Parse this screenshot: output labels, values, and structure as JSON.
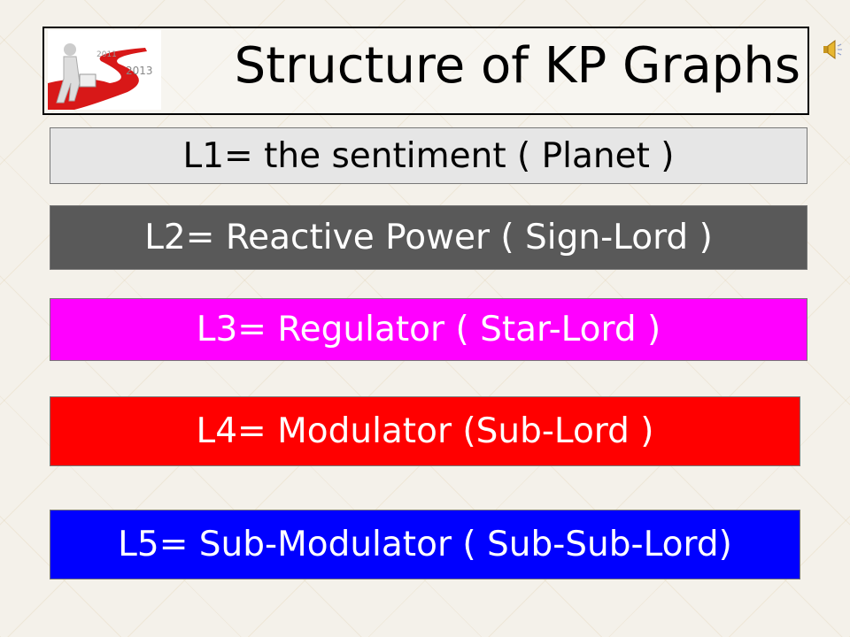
{
  "slide": {
    "title": "Structure of KP Graphs",
    "image_years": [
      "2011",
      "2013"
    ],
    "levels": [
      {
        "label": "L1= the sentiment  ( Planet )",
        "color": "#e6e6e6"
      },
      {
        "label": "L2= Reactive Power ( Sign-Lord )",
        "color": "#595959"
      },
      {
        "label": "L3= Regulator ( Star-Lord )",
        "color": "#ff00ff"
      },
      {
        "label": "L4= Modulator (Sub-Lord )",
        "color": "#ff0000"
      },
      {
        "label": "L5= Sub-Modulator ( Sub-Sub-Lord)",
        "color": "#0000ff"
      }
    ]
  }
}
